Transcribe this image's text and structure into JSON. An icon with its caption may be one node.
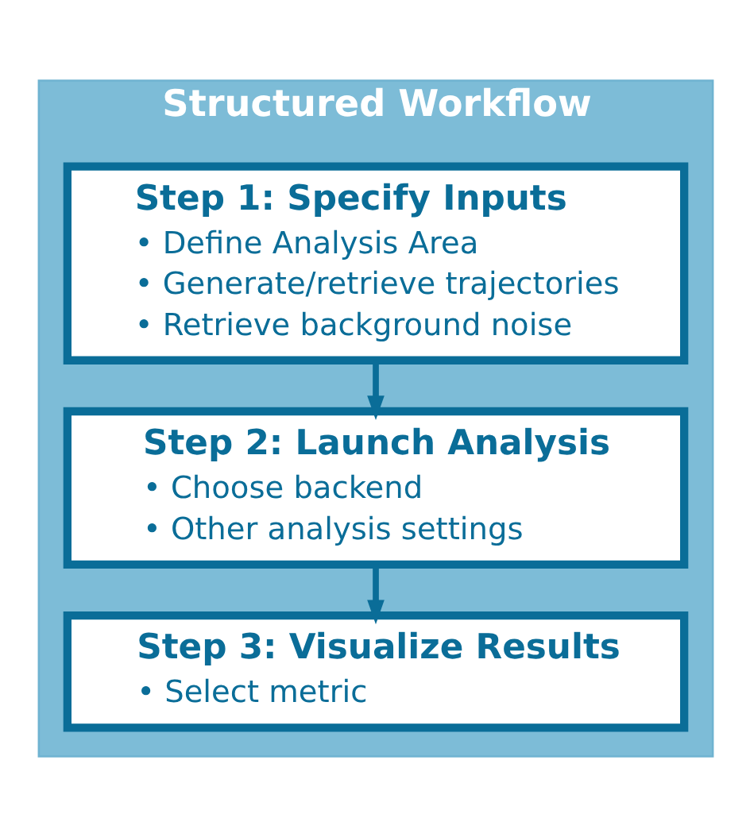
{
  "diagram": {
    "nodes": [
      {
        "text": [
          "Structured Workflow"
        ]
      },
      {
        "text": [
          "Step 1: Specify Inputs",
          "• Define Analysis Area",
          "• Generate/retrieve trajectories",
          "• Retrieve background noise"
        ],
        "in": 0
      },
      {
        "text": [
          "Step 2: Launch Analysis",
          "• Choose backend",
          "• Other analysis settings"
        ],
        "in": 0
      },
      {
        "text": [
          "Step 3: Visualize Results",
          "• Select metric"
        ],
        "in": 0
      }
    ],
    "edges": [
      {
        "from": 1,
        "to": 2,
        "arrow": "to"
      },
      {
        "from": 2,
        "to": 3,
        "arrow": "to"
      }
    ]
  }
}
